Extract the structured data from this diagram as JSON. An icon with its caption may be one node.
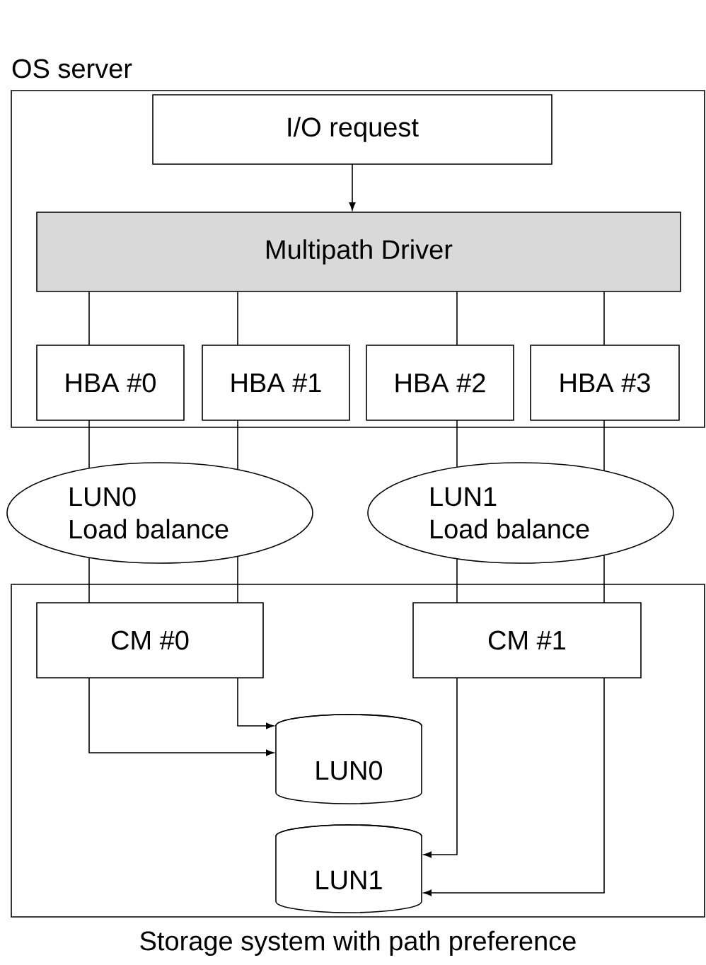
{
  "diagram": {
    "nodes": [
      {
        "text": [
          "OS server"
        ]
      },
      {
        "text": [
          "I/O request"
        ],
        "in": 0
      },
      {
        "text": [
          "Multipath Driver"
        ],
        "in": 0
      },
      {
        "text": [
          "HBA #0"
        ],
        "in": 0
      },
      {
        "text": [
          "HBA #1"
        ],
        "in": 0
      },
      {
        "text": [
          "HBA #2"
        ],
        "in": 0
      },
      {
        "text": [
          "HBA #3"
        ],
        "in": 0
      },
      {
        "text": [
          "LUN0 Load balance"
        ]
      },
      {
        "text": [
          "LUN1 Load balance"
        ]
      },
      {
        "text": [
          "Storage system with path preference"
        ]
      },
      {
        "text": [
          "CM #0"
        ],
        "in": 9
      },
      {
        "text": [
          "CM #1"
        ],
        "in": 9
      },
      {
        "text": [
          "LUN0"
        ],
        "in": 9
      },
      {
        "text": [
          "LUN1"
        ],
        "in": 9
      }
    ],
    "edges": [
      {
        "from": 1,
        "to": 2,
        "arrow": "to"
      },
      {
        "from": 2,
        "to": 3,
        "arrow": "none"
      },
      {
        "from": 2,
        "to": 4,
        "arrow": "none"
      },
      {
        "from": 2,
        "to": 5,
        "arrow": "none"
      },
      {
        "from": 2,
        "to": 6,
        "arrow": "none"
      },
      {
        "from": 3,
        "to": 7,
        "arrow": "none"
      },
      {
        "from": 4,
        "to": 7,
        "arrow": "none"
      },
      {
        "from": 5,
        "to": 8,
        "arrow": "none"
      },
      {
        "from": 6,
        "to": 8,
        "arrow": "none"
      },
      {
        "from": 7,
        "to": 10,
        "arrow": "none"
      },
      {
        "from": 7,
        "to": 10,
        "arrow": "none"
      },
      {
        "from": 8,
        "to": 11,
        "arrow": "none"
      },
      {
        "from": 8,
        "to": 11,
        "arrow": "none"
      },
      {
        "from": 10,
        "to": 12,
        "arrow": "to"
      },
      {
        "from": 10,
        "to": 12,
        "arrow": "to"
      },
      {
        "from": 11,
        "to": 13,
        "arrow": "to"
      },
      {
        "from": 11,
        "to": 13,
        "arrow": "to"
      }
    ]
  }
}
